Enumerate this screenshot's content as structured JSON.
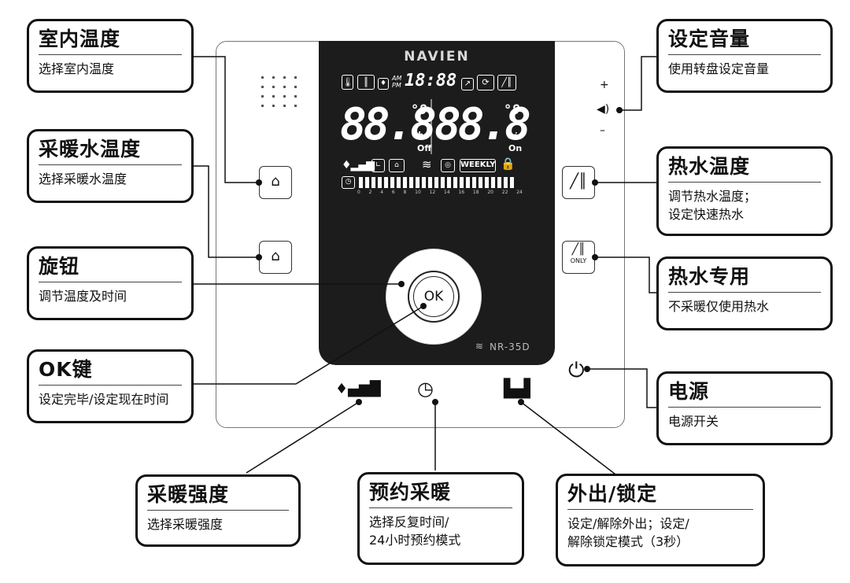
{
  "device": {
    "brand": "NAVIEN",
    "model": "NR-35D",
    "display": {
      "time": "18:88",
      "am": "AM",
      "pm": "PM",
      "left_value": "88.8",
      "right_value": "88.8",
      "left_unit_top": "°8",
      "left_unit_h": "h",
      "left_unit_off": "Off",
      "right_unit_top": "°8",
      "right_unit_min": "min",
      "right_unit_on": "On",
      "weekly": "WEEKLY",
      "timeline_ticks": [
        "0",
        "2",
        "4",
        "6",
        "8",
        "10",
        "12",
        "14",
        "16",
        "18",
        "20",
        "22",
        "24"
      ]
    },
    "ok_label": "OK",
    "volume_plus": "+",
    "volume_minus": "–",
    "hot_water_only_label": "ONLY"
  },
  "callouts": {
    "indoor_temp": {
      "title": "室内温度",
      "desc": "选择室内温度"
    },
    "heating_water_temp": {
      "title": "采暖水温度",
      "desc": "选择采暖水温度"
    },
    "knob": {
      "title": "旋钮",
      "desc": "调节温度及时间"
    },
    "ok_key": {
      "title": "OK键",
      "desc": "设定完毕/设定现在时间"
    },
    "heating_intensity": {
      "title": "采暖强度",
      "desc": "选择采暖强度"
    },
    "scheduled_heating": {
      "title": "预约采暖",
      "desc": "选择反复时间/\n24小时预约模式"
    },
    "away_lock": {
      "title": "外出/锁定",
      "desc": "设定/解除外出；设定/\n解除锁定模式（3秒）"
    },
    "power": {
      "title": "电源",
      "desc": "电源开关"
    },
    "hot_water_only": {
      "title": "热水专用",
      "desc": "不采暖仅使用热水"
    },
    "hot_water_temp": {
      "title": "热水温度",
      "desc": "调节热水温度；\n设定快速热水"
    },
    "volume": {
      "title": "设定音量",
      "desc": "使用转盘设定音量"
    }
  }
}
